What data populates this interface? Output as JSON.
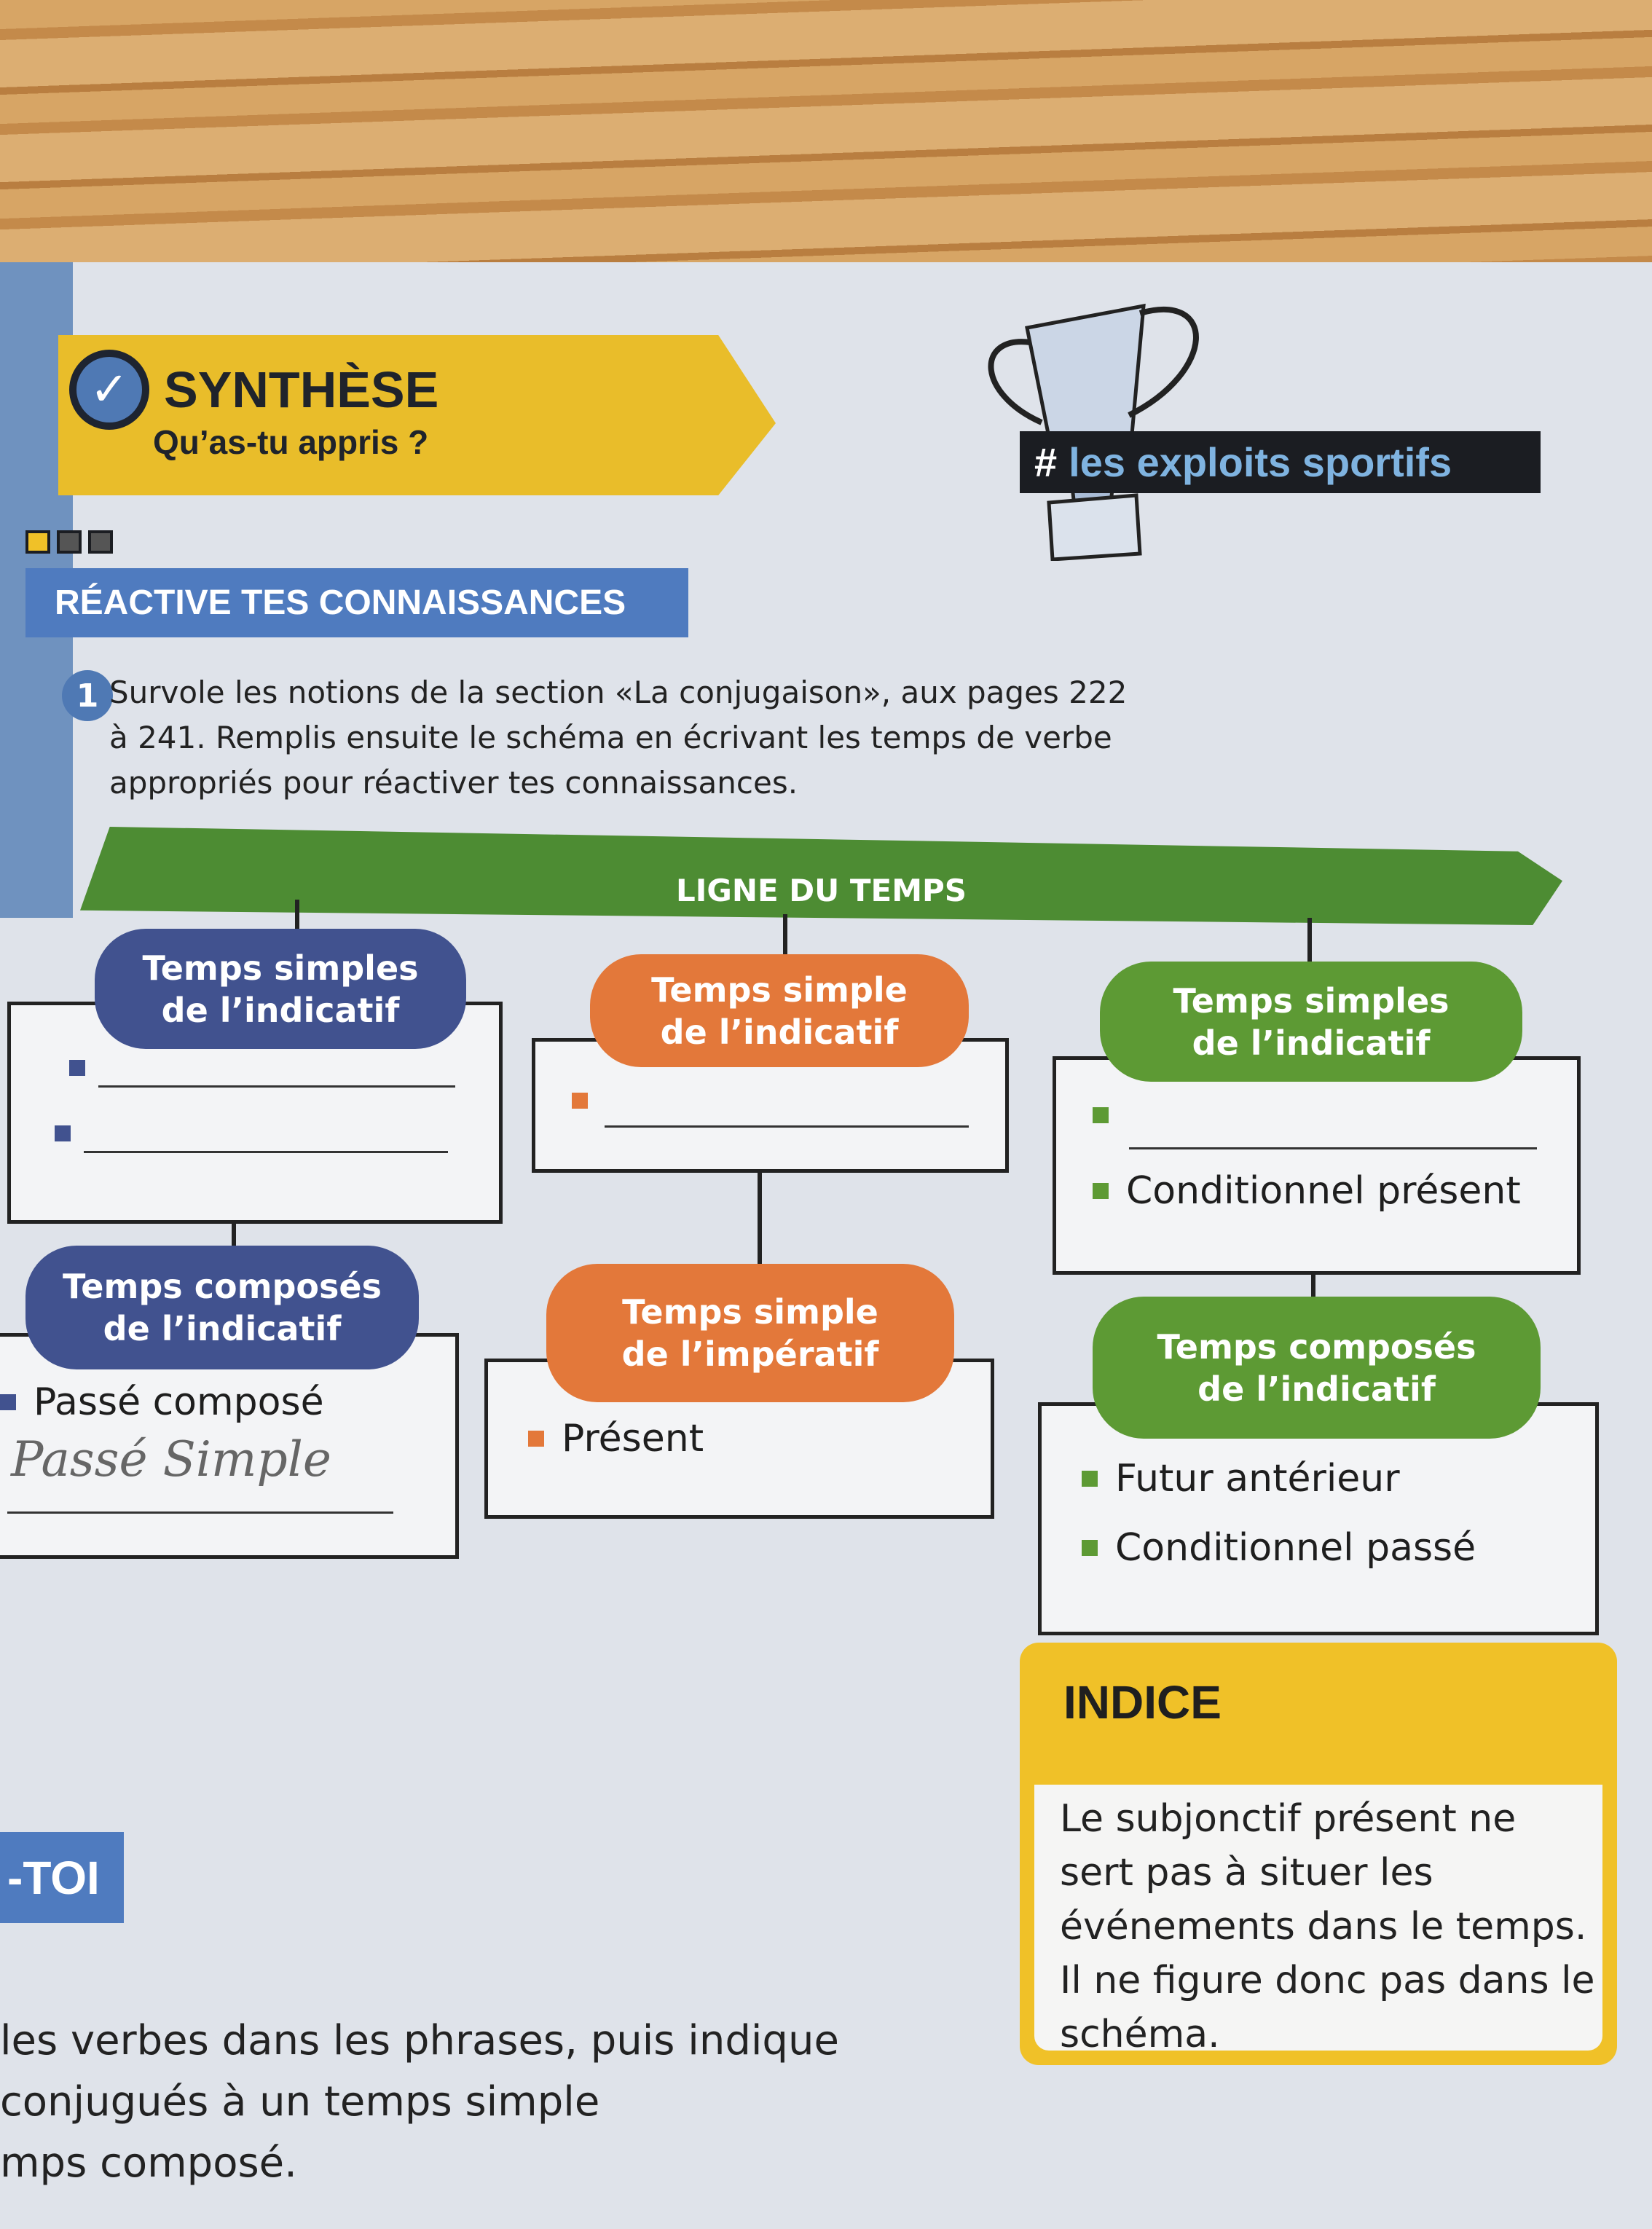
{
  "header": {
    "title": "SYNTHÈSE",
    "subtitle": "Qu’as-tu appris ?",
    "tag_hash": "#",
    "tag_label": "les exploits sportifs"
  },
  "section": {
    "title": "RÉACTIVE TES CONNAISSANCES"
  },
  "exercise": {
    "number": "1",
    "instruction": "Survole les notions de la section «La conjugaison», aux pages 222 à 241. Remplis ensuite le schéma en écrivant les temps de verbe appropriés pour réactiver tes connaissances."
  },
  "timeline": {
    "title": "LIGNE DU TEMPS",
    "boxes": [
      {
        "l1": "Temps simples",
        "l2": "de l’indicatif",
        "items": [
          "",
          ""
        ]
      },
      {
        "l1": "Temps simple",
        "l2": "de l’indicatif",
        "items": [
          ""
        ]
      },
      {
        "l1": "Temps simples",
        "l2": "de l’indicatif",
        "items": [
          "",
          "Conditionnel présent"
        ]
      },
      {
        "l1": "Temps composés",
        "l2": "de l’indicatif",
        "items": [
          "Passé composé",
          "Passé Simple"
        ]
      },
      {
        "l1": "Temps simple",
        "l2": "de l’impératif",
        "items": [
          "Présent"
        ]
      },
      {
        "l1": "Temps composés",
        "l2": "de l’indicatif",
        "items": [
          "Futur antérieur",
          "Conditionnel passé"
        ]
      }
    ]
  },
  "hint": {
    "title": "INDICE",
    "text": "Le subjonctif présent ne sert pas à situer les événements dans le temps. Il ne figure donc pas dans le schéma."
  },
  "next_section": {
    "title": "-TOI",
    "lines": [
      "les verbes dans les phrases, puis indique",
      "conjugués à un temps simple",
      "mps composé."
    ]
  },
  "colors": {
    "blue": "#41528f",
    "orange": "#e3783a",
    "green": "#5d9a34",
    "yellow": "#e9bd2a"
  }
}
